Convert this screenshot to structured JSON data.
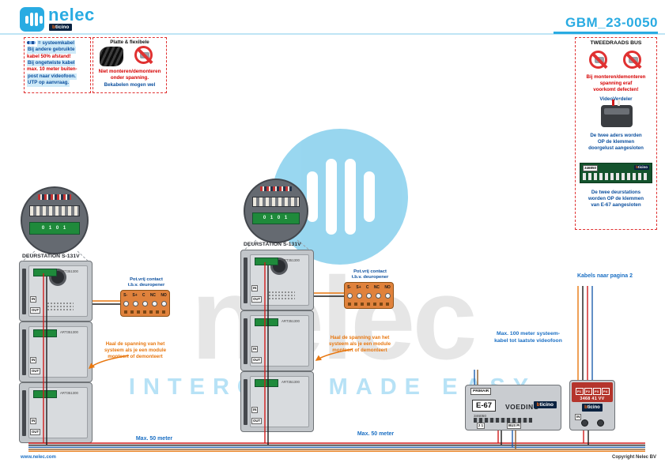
{
  "palette": {
    "accent": "#29abe2",
    "blue_text": "#1a6fc4",
    "red": "#e03131",
    "warn_red": "#d60000",
    "orange": "#e8770f",
    "connector_orange": "#e0823c",
    "green": "#1f8a3b",
    "navy": "#0a2240",
    "bticino_orange": "#ff6a13",
    "wire_red": "#cf1b1b",
    "wire_black": "#1c1c1c",
    "wire_blue": "#1f5fae",
    "wire_brown": "#8a5a2b",
    "watermark_blue": "#7fcdec",
    "watermark_gray": "#e6e6e6",
    "watermark_tag": "#b7e2f6"
  },
  "header": {
    "brand": "nelec",
    "doc_id": "GBM_23-0050"
  },
  "bticino": {
    "b": "b",
    "rest": "ticino"
  },
  "watermark": {
    "name": "nelec",
    "tagline": "INTERCOM MADE EASY"
  },
  "note_cable": {
    "legend": "= systeemkabel",
    "l1": "Bij andere gebruikte",
    "l2": "kabel 50% afstand!",
    "l3": "Bij ongetwiste kabel",
    "l4": "max. 10 meter buiten-",
    "l5": "post naar videofoon.",
    "l6": "UTP op aanvraag."
  },
  "note_flat": {
    "title": "Platte & flexibele",
    "warn1": "Niet monteren/demonteren",
    "warn2": "onder spanning.",
    "ok": "Bekabelen mogen wel"
  },
  "bus_panel": {
    "title": "TWEEDRAADS BUS",
    "warn1": "Bij monteren/demonteren",
    "warn2": "spanning eraf",
    "warn3": "voorkomt defecten!",
    "device": "VideoVerdeler",
    "note1a": "De twee aders worden",
    "note1b": "OP de klemmen",
    "note1c": "doorgelust aangesloten",
    "strip_art": "346850",
    "note2a": "De twee deurstations",
    "note2b": "worden OP de klemmen",
    "note2c": "van E-67 aangesloten"
  },
  "stations": {
    "left_label": "DEURSTATION S-131V",
    "right_label": "DEURSTATION S-131V",
    "art": "ART351300",
    "in": "IN",
    "out": "OUT",
    "zoom_digits": "0 1 0 1"
  },
  "connector": {
    "cap1": "Pot.vrij contact",
    "cap2": "t.b.v. deuropener",
    "t1": "S-",
    "t2": "S+",
    "t3": "C",
    "t4": "NC",
    "t5": "NO"
  },
  "orange_note": {
    "l1": "Haal de spanning van het",
    "l2": "systeem als je een module",
    "l3": "monteert of demonteert"
  },
  "blue_notes": {
    "kabels": "Kabels naar pagina 2",
    "max100a": "Max. 100 meter systeem-",
    "max100b": "kabel tot laatste videofoon",
    "max50": "Max. 50 meter"
  },
  "voeding": {
    "primair": "PRIMAIR",
    "model": "E-67",
    "name": "VOEDING",
    "art": "346050",
    "term1": "2  1",
    "term2": "BUS  PI"
  },
  "distributor": {
    "p1": "P1",
    "p2": "P2",
    "p3": "P3",
    "p4": "P4",
    "model": "3468 41  VV",
    "in": "IN"
  },
  "footer": {
    "site": "www.nelec.com",
    "copyright": "Copyright Nelec BV"
  }
}
